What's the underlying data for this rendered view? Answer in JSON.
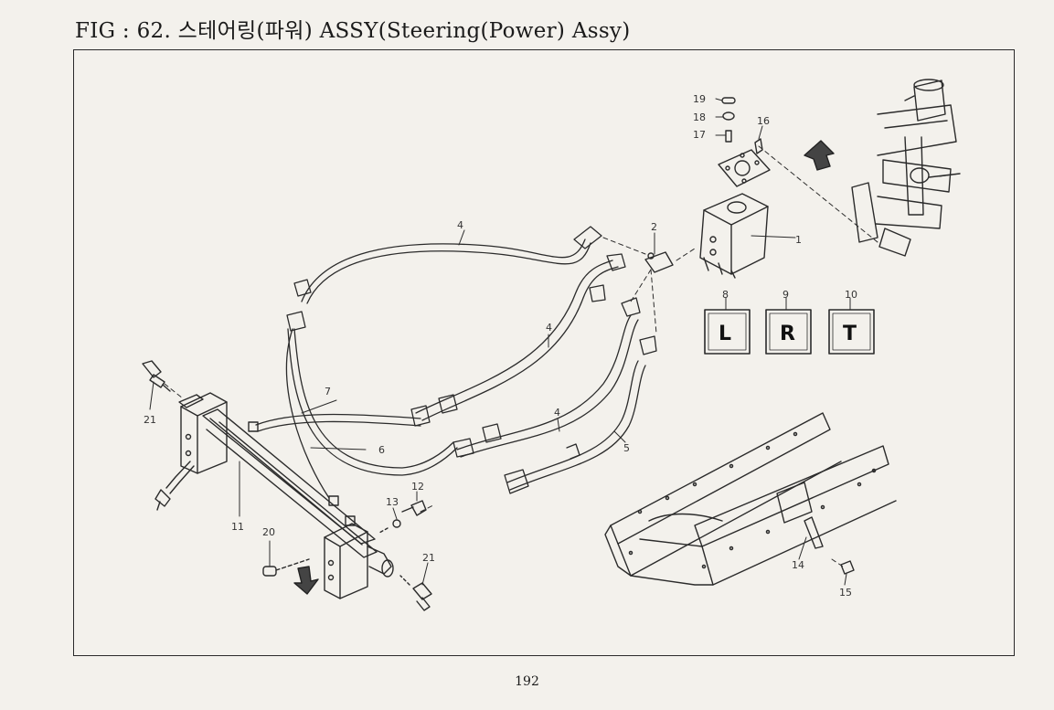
{
  "header": {
    "title": "FIG : 62. 스테어링(파워) ASSY(Steering(Power) Assy)"
  },
  "callouts": {
    "c1": "1",
    "c2": "2",
    "c4a": "4",
    "c4b": "4",
    "c4c": "4",
    "c5": "5",
    "c6": "6",
    "c7": "7",
    "c8": "8",
    "c9": "9",
    "c10": "10",
    "c11": "11",
    "c12": "12",
    "c13": "13",
    "c14": "14",
    "c15": "15",
    "c16": "16",
    "c17": "17",
    "c18": "18",
    "c19": "19",
    "c20": "20",
    "c21a": "21",
    "c21b": "21"
  },
  "kit_boxes": {
    "left": "L",
    "right": "R",
    "tee": "T"
  },
  "footer": {
    "page_number": "192"
  }
}
